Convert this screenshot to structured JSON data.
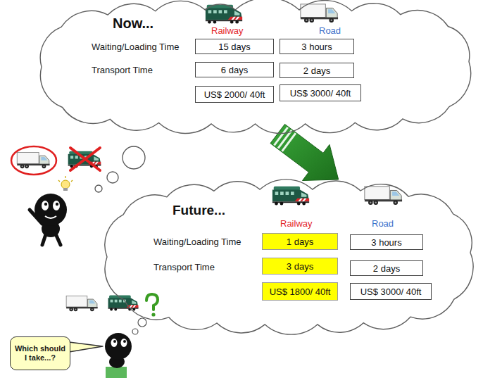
{
  "diagram": {
    "nodes": [
      {
        "text": [
          "Now..."
        ]
      },
      {
        "text": [
          "15 days"
        ],
        "in": 0
      },
      {
        "text": [
          "3 hours"
        ],
        "in": 0
      },
      {
        "text": [
          "6 days"
        ],
        "in": 0
      },
      {
        "text": [
          "2 days"
        ],
        "in": 0
      },
      {
        "text": [
          "US$ 2000/ 40ft"
        ],
        "in": 0
      },
      {
        "text": [
          "US$ 3000/ 40ft"
        ],
        "in": 0
      },
      {
        "text": [
          "Future..."
        ]
      },
      {
        "text": [
          "1 days"
        ],
        "in": 7
      },
      {
        "text": [
          "3 hours"
        ],
        "in": 7
      },
      {
        "text": [
          "3 days"
        ],
        "in": 7
      },
      {
        "text": [
          "2 days"
        ],
        "in": 7
      },
      {
        "text": [
          "US$ 1800/ 40ft"
        ],
        "in": 7
      },
      {
        "text": [
          "US$ 3000/ 40ft"
        ],
        "in": 7
      },
      {
        "text": [
          "Which should I take...?"
        ]
      }
    ],
    "edges": [
      {
        "from": 0,
        "to": 7,
        "arrow": "to"
      }
    ],
    "labels": [
      "Railway",
      "Road",
      "Waiting/Loading Time",
      "Transport Time",
      "Railway",
      "Road",
      "Waiting/Loading Time",
      "Transport Time"
    ]
  }
}
